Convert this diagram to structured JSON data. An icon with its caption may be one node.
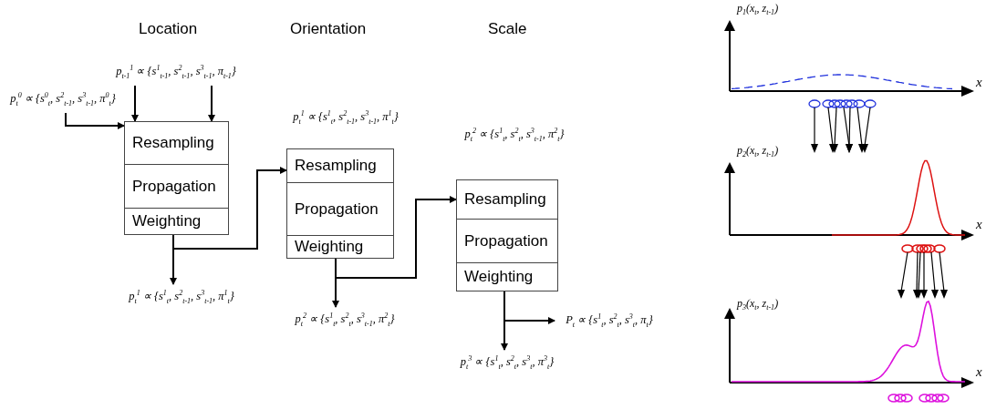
{
  "diagram": {
    "nodes": [
      {
        "text": [
          "p$_{t-1}$$^{1}$ ∝ {s$^{1}$$_{t-1}$, s$^{2}$$_{t-1}$, s$^{3}$$_{t-1}$, π$_{t-1}$}"
        ]
      },
      {
        "text": [
          "p$_{t}$$^{0}$ ∝ {s$^{0}$$_{t}$, s$^{2}$$_{t-1}$, s$^{3}$$_{t-1}$, π$^{0}$$_{t}$}"
        ]
      },
      {
        "text": [
          "Resampling"
        ]
      },
      {
        "text": [
          "Propagation"
        ]
      },
      {
        "text": [
          "Weighting"
        ]
      },
      {
        "text": [
          "p$_{t}$$^{1}$ ∝ {s$^{1}$$_{t}$, s$^{2}$$_{t-1}$, s$^{3}$$_{t-1}$, π$^{1}$$_{t}$}"
        ]
      },
      {
        "text": [
          "Resampling"
        ]
      },
      {
        "text": [
          "Propagation"
        ]
      },
      {
        "text": [
          "Weighting"
        ]
      },
      {
        "text": [
          "p$_{t}$$^{2}$ ∝ {s$^{1}$$_{t}$, s$^{2}$$_{t}$, s$^{3}$$_{t-1}$, π$^{2}$$_{t}$}"
        ]
      },
      {
        "text": [
          "Resampling"
        ]
      },
      {
        "text": [
          "Propagation"
        ]
      },
      {
        "text": [
          "Weighting"
        ]
      },
      {
        "text": [
          "P$_{t}$ ∝ {s$^{1}$$_{t}$, s$^{2}$$_{t}$, s$^{3}$$_{t}$, π$_{t}$}"
        ]
      },
      {
        "text": [
          "p$_{t}$$^{3}$ ∝ {s$^{1}$$_{t}$, s$^{2}$$_{t}$, s$^{3}$$_{t}$, π$^{3}$$_{t}$}"
        ]
      }
    ],
    "edges": [
      {
        "from": 0,
        "to": 2,
        "arrow": "to"
      },
      {
        "from": 0,
        "to": 2,
        "arrow": "to"
      },
      {
        "from": 1,
        "to": 2,
        "arrow": "to"
      },
      {
        "from": 4,
        "to": 5,
        "arrow": "to"
      },
      {
        "from": 4,
        "to": 6,
        "arrow": "to"
      },
      {
        "from": 8,
        "to": 9,
        "arrow": "to"
      },
      {
        "from": 8,
        "to": 10,
        "arrow": "to"
      },
      {
        "from": 12,
        "to": 13,
        "arrow": "to"
      },
      {
        "from": 12,
        "to": 14,
        "arrow": "to"
      }
    ],
    "labels": [
      "Location",
      "Orientation",
      "Scale",
      "p$_{t}$$^{1}$ ∝ {s$^{1}$$_{t}$, s$^{2}$$_{t-1}$, s$^{3}$$_{t-1}$, π$^{1}$$_{t}$}",
      "p$_{t}$$^{2}$ ∝ {s$^{1}$$_{t}$, s$^{2}$$_{t}$, s$^{3}$$_{t-1}$, π$^{2}$$_{t}$}",
      "p$_{1}$(x$_{t}$, z$_{t-1}$)",
      "x",
      "p$_{2}$(x$_{t}$, z$_{t-1}$)",
      "x",
      "p$_{3}$(x$_{t}$, z$_{t-1}$)",
      "x"
    ]
  }
}
